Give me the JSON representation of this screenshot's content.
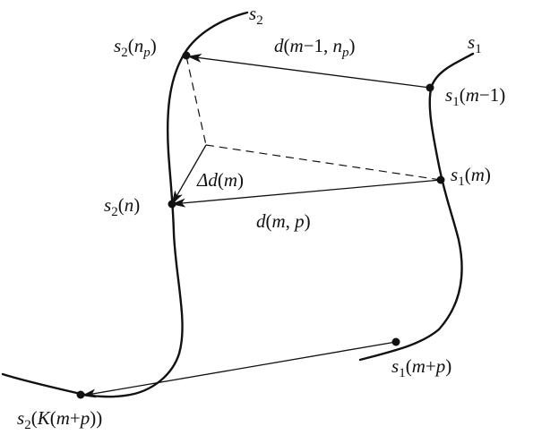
{
  "diagram": {
    "curves": {
      "s1": "s",
      "s1_sub": "1",
      "s2": "s",
      "s2_sub": "2"
    },
    "points": {
      "s1_m_minus_1": {
        "base": "s",
        "sub": "1",
        "open": "(",
        "var": "m",
        "rest": "−1)"
      },
      "s1_m": {
        "base": "s",
        "sub": "1",
        "open": "(",
        "var": "m",
        "rest": ")"
      },
      "s1_m_plus_p": {
        "base": "s",
        "sub": "1",
        "open": "(",
        "var": "m",
        "mid": "+",
        "var2": "p",
        "rest": ")"
      },
      "s2_np": {
        "base": "s",
        "sub": "2",
        "open": "(",
        "var": "n",
        "var_sub": "p",
        "rest": ")"
      },
      "s2_n": {
        "base": "s",
        "sub": "2",
        "open": "(",
        "var": "n",
        "rest": ")"
      },
      "s2_K": {
        "base": "s",
        "sub": "2",
        "open": "(",
        "var": "K",
        "open2": "(",
        "var2": "m",
        "mid": "+",
        "var3": "p",
        "rest": "))"
      }
    },
    "vectors": {
      "d_m_minus_1_np": {
        "fn": "d",
        "open": "(",
        "var": "m",
        "mid": "−1, ",
        "var2": "n",
        "var2_sub": "p",
        "rest": ")"
      },
      "d_m_p": {
        "fn": "d",
        "open": "(",
        "var": "m",
        "mid": ", ",
        "var2": "p",
        "rest": ")"
      },
      "delta_d_m": {
        "delta": "Δ",
        "fn": "d",
        "open": "(",
        "var": "m",
        "rest": ")"
      }
    }
  }
}
